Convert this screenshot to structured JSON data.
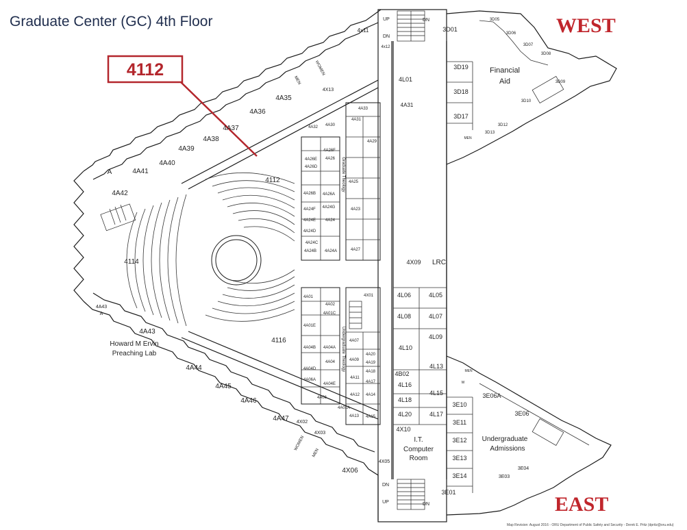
{
  "title": "Graduate Center (GC)  4th Floor",
  "directions": {
    "west": "WEST",
    "east": "EAST"
  },
  "callout": {
    "label": "4112",
    "color": "#b3262c"
  },
  "footer": "Map Revision: August 2016 - ORU Department of Public Safety and Security - Derek E. Pritz (dpritz@oru.edu)",
  "rooms": [
    {
      "id": "4112",
      "label": "4112"
    },
    {
      "id": "4114",
      "label": "4114"
    },
    {
      "id": "4116",
      "label": "4116"
    },
    {
      "id": "4A41",
      "label": "4A41"
    },
    {
      "id": "4A40",
      "label": "4A40"
    },
    {
      "id": "4A39",
      "label": "4A39"
    },
    {
      "id": "4A38",
      "label": "4A38"
    },
    {
      "id": "4A37",
      "label": "4A37"
    },
    {
      "id": "4A36",
      "label": "4A36"
    },
    {
      "id": "4A35",
      "label": "4A35"
    },
    {
      "id": "4A42",
      "label": "4A42"
    },
    {
      "id": "A-west",
      "label": "A"
    },
    {
      "id": "4A43",
      "label": "4A43"
    },
    {
      "id": "4A43-A",
      "label": "4A43"
    },
    {
      "id": "A-east",
      "label": "A"
    },
    {
      "id": "4A44",
      "label": "4A44"
    },
    {
      "id": "4A45",
      "label": "4A45"
    },
    {
      "id": "4A46",
      "label": "4A46"
    },
    {
      "id": "4A47",
      "label": "4A47"
    },
    {
      "id": "howard",
      "label": "Howard M Ervin"
    },
    {
      "id": "howard2",
      "label": "Preaching Lab"
    },
    {
      "id": "4X11",
      "label": "4x11"
    },
    {
      "id": "4X12",
      "label": "4x12"
    },
    {
      "id": "4X13",
      "label": "4X13"
    },
    {
      "id": "3D01",
      "label": "3D01"
    },
    {
      "id": "3D05",
      "label": "3D05"
    },
    {
      "id": "3D06",
      "label": "3D06"
    },
    {
      "id": "3D07",
      "label": "3D07"
    },
    {
      "id": "3D08",
      "label": "3D08"
    },
    {
      "id": "3D09",
      "label": "3D09"
    },
    {
      "id": "3D10",
      "label": "3D10"
    },
    {
      "id": "3D12",
      "label": "3D12"
    },
    {
      "id": "3D13",
      "label": "3D13"
    },
    {
      "id": "3D17",
      "label": "3D17"
    },
    {
      "id": "3D18",
      "label": "3D18"
    },
    {
      "id": "3D19",
      "label": "3D19"
    },
    {
      "id": "fin1",
      "label": "Financial"
    },
    {
      "id": "fin2",
      "label": "Aid"
    },
    {
      "id": "4L01",
      "label": "4L01"
    },
    {
      "id": "4A31",
      "label": "4A31"
    },
    {
      "id": "4A32",
      "label": "4A32"
    },
    {
      "id": "4A30",
      "label": "4A30"
    },
    {
      "id": "4A33",
      "label": "4A33"
    },
    {
      "id": "4A31b",
      "label": "4A31"
    },
    {
      "id": "4A29",
      "label": "4A29"
    },
    {
      "id": "4A26F",
      "label": "4A26F"
    },
    {
      "id": "4A26E",
      "label": "4A26E"
    },
    {
      "id": "4A26D",
      "label": "4A26D"
    },
    {
      "id": "4A26",
      "label": "4A26"
    },
    {
      "id": "4A26A",
      "label": "4A26A"
    },
    {
      "id": "4A26B",
      "label": "4A26B"
    },
    {
      "id": "4A24F",
      "label": "4A24F"
    },
    {
      "id": "4A24G",
      "label": "4A24G"
    },
    {
      "id": "4A24E",
      "label": "4A24E"
    },
    {
      "id": "4A24",
      "label": "4A24"
    },
    {
      "id": "4A24D",
      "label": "4A24D"
    },
    {
      "id": "4A24C",
      "label": "4A24C"
    },
    {
      "id": "4A24B",
      "label": "4A24B"
    },
    {
      "id": "4A24A",
      "label": "4A24A"
    },
    {
      "id": "4A25",
      "label": "4A25"
    },
    {
      "id": "4A23",
      "label": "4A23"
    },
    {
      "id": "4A27",
      "label": "4A27"
    },
    {
      "id": "4X09",
      "label": "4X09"
    },
    {
      "id": "LRC",
      "label": "LRC"
    },
    {
      "id": "4A01",
      "label": "4A01"
    },
    {
      "id": "4A02",
      "label": "4A02"
    },
    {
      "id": "4A01C",
      "label": "4A01C"
    },
    {
      "id": "4X01",
      "label": "4X01"
    },
    {
      "id": "4A01E",
      "label": "4A01E"
    },
    {
      "id": "4A07",
      "label": "4A07"
    },
    {
      "id": "4A04B",
      "label": "4A04B"
    },
    {
      "id": "4A04A",
      "label": "4A04A"
    },
    {
      "id": "4A04",
      "label": "4A04"
    },
    {
      "id": "4A04D",
      "label": "4A04D"
    },
    {
      "id": "4A06A",
      "label": "4A06A"
    },
    {
      "id": "4A04E",
      "label": "4A04E"
    },
    {
      "id": "4A06",
      "label": "4A06"
    },
    {
      "id": "4A09",
      "label": "4A09"
    },
    {
      "id": "4A20",
      "label": "4A20"
    },
    {
      "id": "4A19",
      "label": "4A19"
    },
    {
      "id": "4A18",
      "label": "4A18"
    },
    {
      "id": "4A11",
      "label": "4A11"
    },
    {
      "id": "4A17",
      "label": "4A17"
    },
    {
      "id": "4A12",
      "label": "4A12"
    },
    {
      "id": "4A14",
      "label": "4A14"
    },
    {
      "id": "4A13",
      "label": "4A13"
    },
    {
      "id": "4A15",
      "label": "4A15"
    },
    {
      "id": "4A01A",
      "label": "4A01A"
    },
    {
      "id": "4L06",
      "label": "4L06"
    },
    {
      "id": "4L05",
      "label": "4L05"
    },
    {
      "id": "4L08",
      "label": "4L08"
    },
    {
      "id": "4L07",
      "label": "4L07"
    },
    {
      "id": "4L09",
      "label": "4L09"
    },
    {
      "id": "4L10",
      "label": "4L10"
    },
    {
      "id": "4L13",
      "label": "4L13"
    },
    {
      "id": "4B02",
      "label": "4B02"
    },
    {
      "id": "4L16",
      "label": "4L16"
    },
    {
      "id": "4L15",
      "label": "4L15"
    },
    {
      "id": "4L18",
      "label": "4L18"
    },
    {
      "id": "4L20",
      "label": "4L20"
    },
    {
      "id": "4L17",
      "label": "4L17"
    },
    {
      "id": "4X10",
      "label": "4X10"
    },
    {
      "id": "it1",
      "label": "I.T."
    },
    {
      "id": "it2",
      "label": "Computer"
    },
    {
      "id": "it3",
      "label": "Room"
    },
    {
      "id": "3E10",
      "label": "3E10"
    },
    {
      "id": "3E11",
      "label": "3E11"
    },
    {
      "id": "3E12",
      "label": "3E12"
    },
    {
      "id": "3E13",
      "label": "3E13"
    },
    {
      "id": "3E14",
      "label": "3E14"
    },
    {
      "id": "3E01",
      "label": "3E01"
    },
    {
      "id": "3E06A",
      "label": "3E06A"
    },
    {
      "id": "3E06",
      "label": "3E06"
    },
    {
      "id": "ua1",
      "label": "Undergraduate"
    },
    {
      "id": "ua2",
      "label": "Admissions"
    },
    {
      "id": "3E03",
      "label": "3E03"
    },
    {
      "id": "3E04",
      "label": "3E04"
    },
    {
      "id": "4X06",
      "label": "4X06"
    },
    {
      "id": "4X05",
      "label": "4X05"
    },
    {
      "id": "4X02",
      "label": "4X02"
    },
    {
      "id": "4X03",
      "label": "4X03"
    },
    {
      "id": "up-top",
      "label": "UP"
    },
    {
      "id": "dn-top-l",
      "label": "DN"
    },
    {
      "id": "dn-top-r",
      "label": "DN"
    },
    {
      "id": "up-bot",
      "label": "UP"
    },
    {
      "id": "dn-bot-l",
      "label": "DN"
    },
    {
      "id": "dn-bot-r",
      "label": "DN"
    },
    {
      "id": "gt",
      "label": "Graduate Theology"
    },
    {
      "id": "ut",
      "label": "Undergraduate Theology"
    },
    {
      "id": "women-w",
      "label": "WOMEN"
    },
    {
      "id": "men-w",
      "label": "MEN"
    },
    {
      "id": "women-e",
      "label": "WOMEN"
    },
    {
      "id": "men-e",
      "label": "MEN"
    },
    {
      "id": "men-3d",
      "label": "MEN"
    },
    {
      "id": "men-3e",
      "label": "MEN"
    },
    {
      "id": "w-3e",
      "label": "W"
    }
  ]
}
